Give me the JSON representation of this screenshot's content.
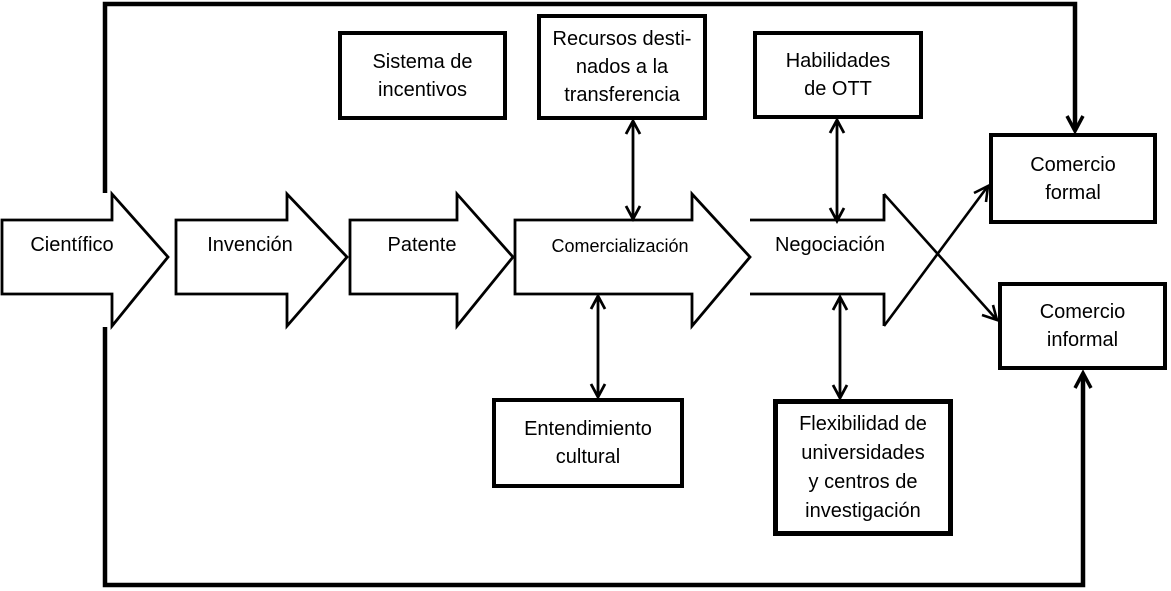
{
  "colors": {
    "ink": "#000000",
    "background": "#ffffff"
  },
  "flow": {
    "steps": [
      {
        "id": "cientifico",
        "label": "Científico"
      },
      {
        "id": "invencion",
        "label": "Invención"
      },
      {
        "id": "patente",
        "label": "Patente"
      },
      {
        "id": "comercializacion",
        "label": "Comercialización"
      },
      {
        "id": "negociacion",
        "label": "Negociación"
      }
    ]
  },
  "factors": {
    "top": [
      {
        "id": "sistema-incentivos",
        "label": "Sistema de\nincentivos"
      },
      {
        "id": "recursos-transferencia",
        "label": "Recursos desti-\nnados a la\ntransferencia"
      },
      {
        "id": "habilidades-ott",
        "label": "Habilidades\nde OTT"
      }
    ],
    "bottom": [
      {
        "id": "entendimiento-cultural",
        "label": "Entendimiento\ncultural"
      },
      {
        "id": "flexibilidad",
        "label": "Flexibilidad de\nuniversidades\ny centros de\ninvestigación"
      }
    ]
  },
  "outcomes": [
    {
      "id": "comercio-formal",
      "label": "Comercio\nformal"
    },
    {
      "id": "comercio-informal",
      "label": "Comercio\ninformal"
    }
  ]
}
